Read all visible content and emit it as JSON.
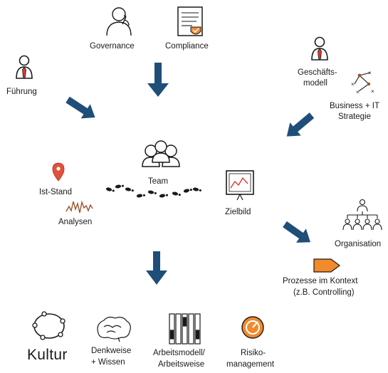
{
  "labels": {
    "governance": "Governance",
    "compliance": "Compliance",
    "fuehrung": "Führung",
    "geschaeftsmodell_line1": "Geschäfts-",
    "geschaeftsmodell_line2": "modell",
    "business_it_line1": "Business + IT",
    "business_it_line2": "Strategie",
    "team": "Team",
    "ist_stand": "Ist-Stand",
    "analysen": "Analysen",
    "zielbild": "Zielbild",
    "organisation": "Organisation",
    "prozesse_line1": "Prozesse im Kontext",
    "prozesse_line2": "(z.B. Controlling)",
    "kultur": "Kultur",
    "denkweise_line1": "Denkweise",
    "denkweise_line2": "+ Wissen",
    "arbeitsmodell_line1": "Arbeitsmodell/",
    "arbeitsmodell_line2": "Arbeitsweise",
    "risiko_line1": "Risiko-",
    "risiko_line2": "management"
  },
  "colors": {
    "arrow": "#1f4e79",
    "tie": "#d93a2b",
    "pin": "#e0523a",
    "accent_orange": "#f08a2c",
    "ink": "#1a1a1a",
    "chart_line": "#a0522d"
  },
  "icons": [
    "governance-person-icon",
    "compliance-document-icon",
    "fuehrung-person-icon",
    "geschaeftsmodell-person-icon",
    "business-network-icon",
    "team-group-icon",
    "location-pin-icon",
    "analysis-chart-icon",
    "footsteps-icon",
    "zielbild-board-icon",
    "organisation-chart-icon",
    "process-arrow-icon",
    "kultur-network-icon",
    "brain-icon",
    "binders-icon",
    "risk-gauge-icon"
  ]
}
